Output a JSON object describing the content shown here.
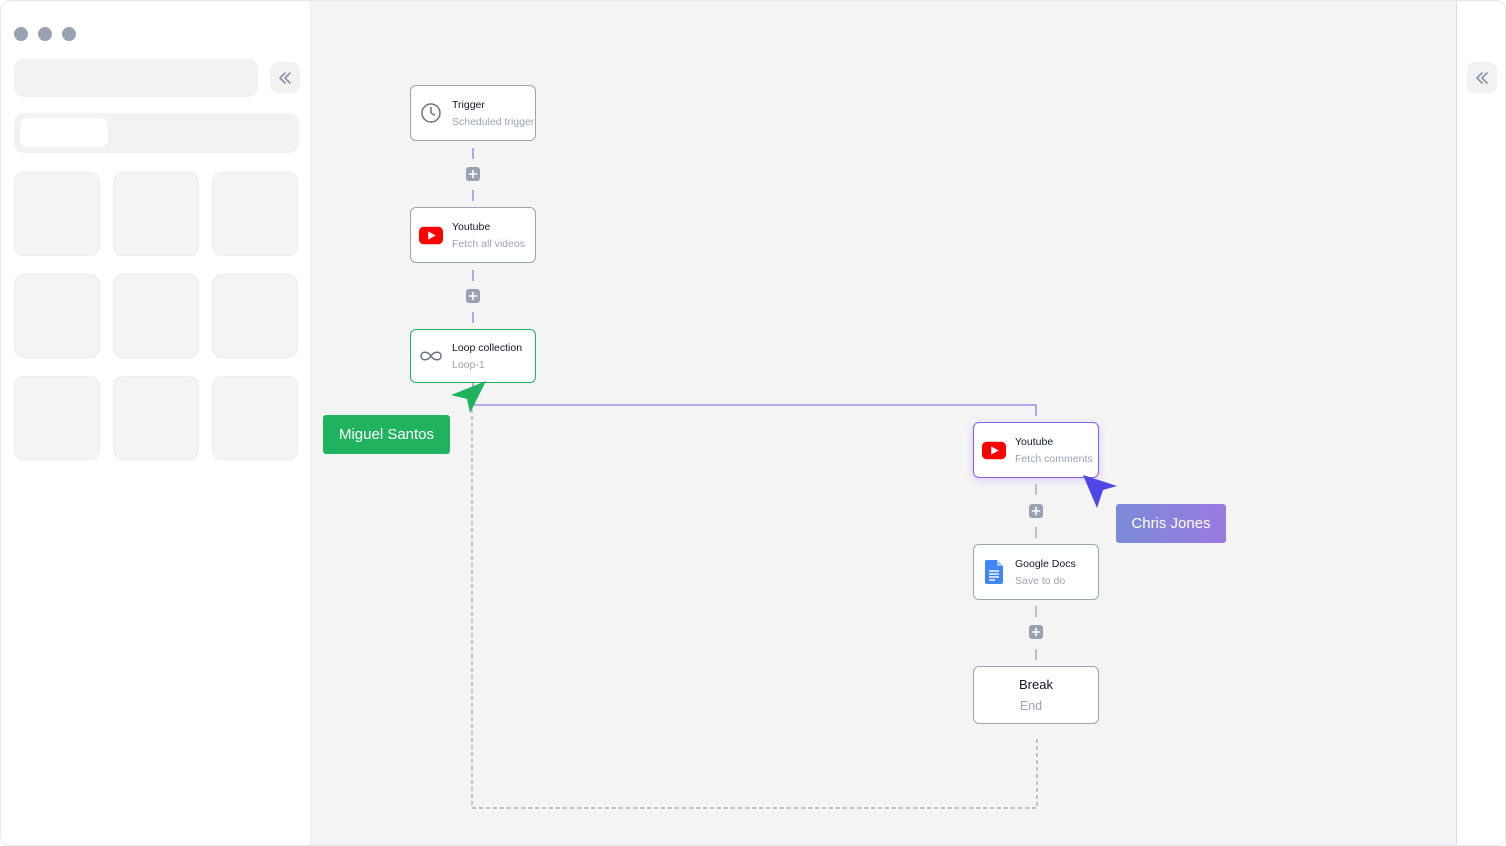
{
  "sidebar": {
    "window_controls": [
      "close",
      "minimize",
      "maximize"
    ],
    "collapse_icon": "chevrons-left-icon",
    "tile_count": 9
  },
  "right_panel": {
    "collapse_icon": "chevrons-left-icon"
  },
  "workflow": {
    "nodes": [
      {
        "id": "trigger",
        "icon": "clock-icon",
        "title": "Trigger",
        "subtitle": "Scheduled trigger"
      },
      {
        "id": "youtube-videos",
        "icon": "youtube-icon",
        "title": "Youtube",
        "subtitle": "Fetch all videos"
      },
      {
        "id": "loop",
        "icon": "infinity-icon",
        "title": "Loop collection",
        "subtitle": "Loop-1"
      },
      {
        "id": "youtube-comments",
        "icon": "youtube-icon",
        "title": "Youtube",
        "subtitle": "Fetch comments"
      },
      {
        "id": "google-docs",
        "icon": "google-docs-icon",
        "title": "Google Docs",
        "subtitle": "Save to do"
      },
      {
        "id": "break",
        "title": "Break",
        "subtitle": "End"
      }
    ]
  },
  "collaborators": [
    {
      "name": "Miguel Santos",
      "color": "#20b25f"
    },
    {
      "name": "Chris Jones",
      "color": "#4f46e5"
    }
  ],
  "colors": {
    "canvas": "#f4f4f5",
    "node_border": "#9aa3b3",
    "loop_border": "#22b35e",
    "active_border": "#8b5cf6",
    "edge": "#8b80e0",
    "youtube": "#ff0000",
    "docs": "#4285f4"
  }
}
